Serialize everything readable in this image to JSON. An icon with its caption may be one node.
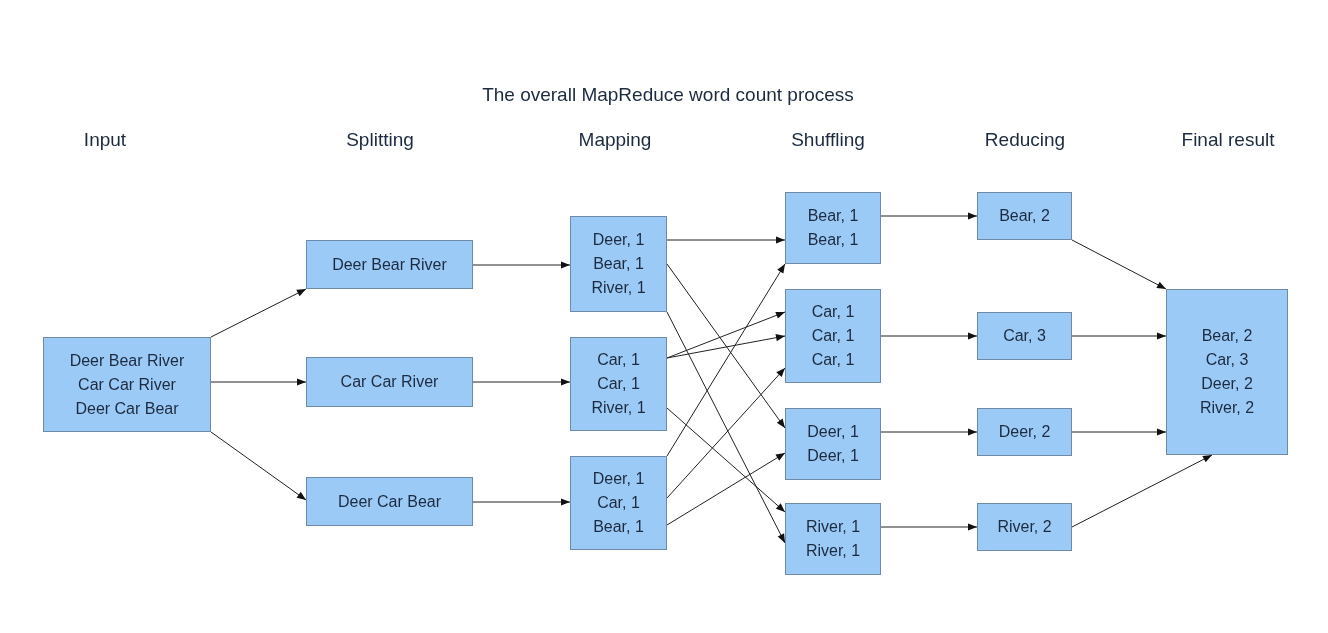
{
  "diagram": {
    "title": "The overall MapReduce word count process",
    "nodes": [
      {
        "text": [
          "Deer Bear River Car Car River Deer Car Bear"
        ]
      },
      {
        "text": [
          "Deer Bear River"
        ]
      },
      {
        "text": [
          "Car Car River"
        ]
      },
      {
        "text": [
          "Deer Car Bear"
        ]
      },
      {
        "text": [
          "Deer, 1 Bear, 1 River, 1"
        ]
      },
      {
        "text": [
          "Car, 1 Car, 1 River, 1"
        ]
      },
      {
        "text": [
          "Deer, 1 Car, 1 Bear, 1"
        ]
      },
      {
        "text": [
          "Bear, 1 Bear, 1"
        ]
      },
      {
        "text": [
          "Car, 1 Car, 1 Car, 1"
        ]
      },
      {
        "text": [
          "Deer, 1 Deer, 1"
        ]
      },
      {
        "text": [
          "River, 1 River, 1"
        ]
      },
      {
        "text": [
          "Bear, 2"
        ]
      },
      {
        "text": [
          "Car, 3"
        ]
      },
      {
        "text": [
          "Deer, 2"
        ]
      },
      {
        "text": [
          "River, 2"
        ]
      },
      {
        "text": [
          "Bear, 2 Car, 3 Deer, 2 River, 2"
        ]
      }
    ],
    "edges": [
      {
        "from": 0,
        "to": 1,
        "arrow": "to"
      },
      {
        "from": 0,
        "to": 2,
        "arrow": "to"
      },
      {
        "from": 0,
        "to": 3,
        "arrow": "to"
      },
      {
        "from": 1,
        "to": 4,
        "arrow": "to"
      },
      {
        "from": 2,
        "to": 5,
        "arrow": "to"
      },
      {
        "from": 3,
        "to": 6,
        "arrow": "to"
      },
      {
        "from": 4,
        "to": 7,
        "arrow": "to"
      },
      {
        "from": 4,
        "to": 9,
        "arrow": "to"
      },
      {
        "from": 4,
        "to": 10,
        "arrow": "to"
      },
      {
        "from": 5,
        "to": 8,
        "arrow": "to"
      },
      {
        "from": 5,
        "to": 8,
        "arrow": "to"
      },
      {
        "from": 5,
        "to": 10,
        "arrow": "to"
      },
      {
        "from": 6,
        "to": 7,
        "arrow": "to"
      },
      {
        "from": 6,
        "to": 8,
        "arrow": "to"
      },
      {
        "from": 6,
        "to": 9,
        "arrow": "to"
      },
      {
        "from": 7,
        "to": 11,
        "arrow": "to"
      },
      {
        "from": 8,
        "to": 12,
        "arrow": "to"
      },
      {
        "from": 9,
        "to": 13,
        "arrow": "to"
      },
      {
        "from": 10,
        "to": 14,
        "arrow": "to"
      },
      {
        "from": 11,
        "to": 15,
        "arrow": "to"
      },
      {
        "from": 12,
        "to": 15,
        "arrow": "to"
      },
      {
        "from": 13,
        "to": 15,
        "arrow": "to"
      },
      {
        "from": 14,
        "to": 15,
        "arrow": "to"
      }
    ],
    "labels": [
      "Input",
      "Splitting",
      "Mapping",
      "Shuffling",
      "Reducing",
      "Final result"
    ]
  }
}
